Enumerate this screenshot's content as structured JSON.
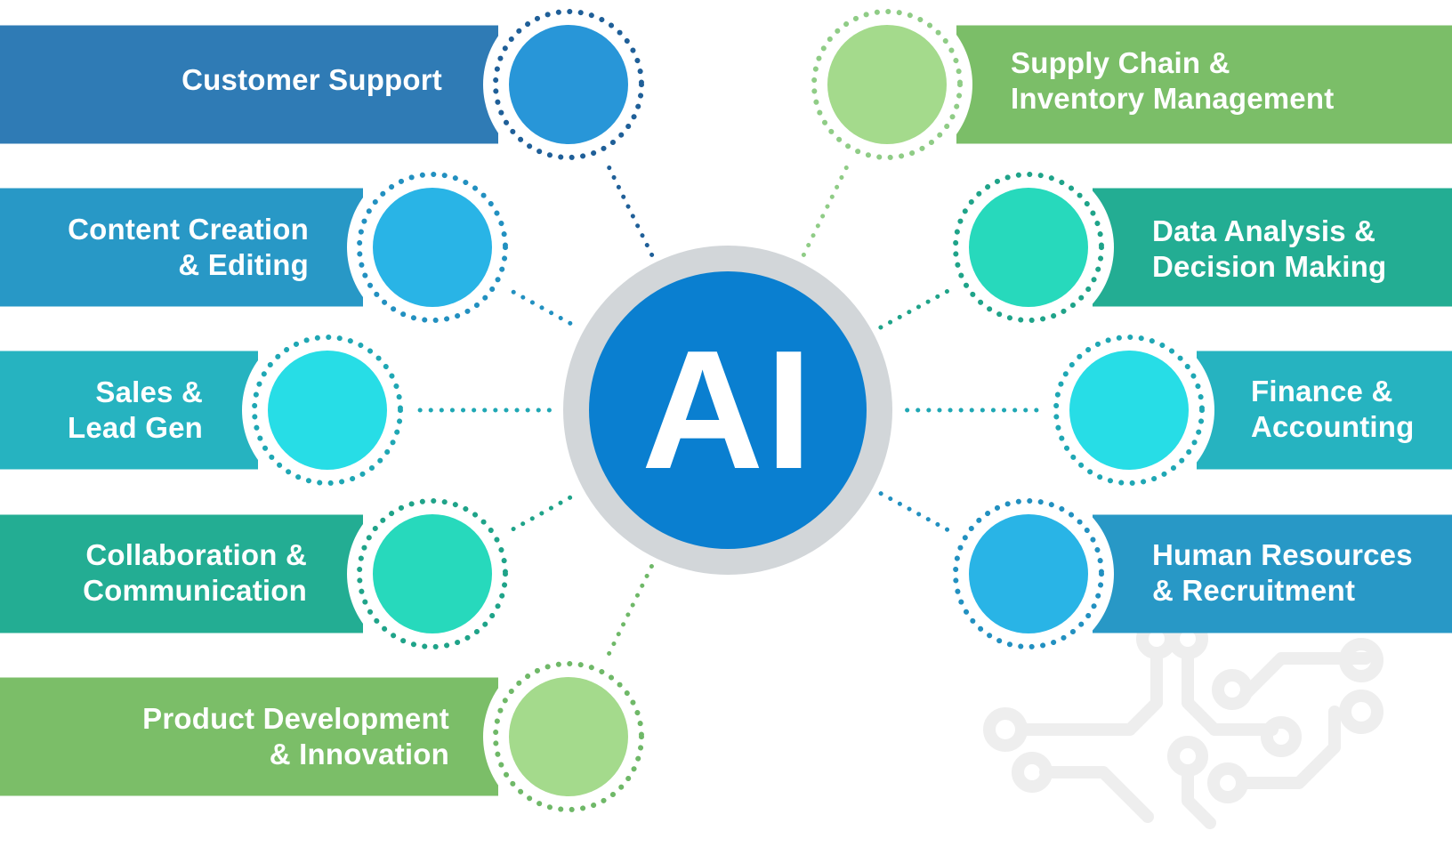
{
  "center": {
    "label": "AI",
    "fill": "#0a7fd0",
    "ring": "#d2d6d9"
  },
  "decoration": {
    "circuit_color": "#eeeeee",
    "icon": "circuit-board-icon"
  },
  "items": [
    {
      "id": "customer-support",
      "label": "Customer Support",
      "side": "left",
      "bar_color": "#2f7bb5",
      "circle_color": "#2896d8",
      "dots_color": "#1f5f98"
    },
    {
      "id": "content-creation",
      "label": "Content Creation\n& Editing",
      "side": "left",
      "bar_color": "#2898c6",
      "circle_color": "#29b4e6",
      "dots_color": "#2290c0"
    },
    {
      "id": "sales",
      "label": "Sales &\nLead Gen",
      "side": "left",
      "bar_color": "#26b3c0",
      "circle_color": "#27dde6",
      "dots_color": "#1fa7b4"
    },
    {
      "id": "collaboration",
      "label": "Collaboration &\nCommunication",
      "side": "left",
      "bar_color": "#23ad93",
      "circle_color": "#27d9bc",
      "dots_color": "#1fa389"
    },
    {
      "id": "product-development",
      "label": "Product Development\n& Innovation",
      "side": "left",
      "bar_color": "#7bbe68",
      "circle_color": "#a4da8c",
      "dots_color": "#6fb868"
    },
    {
      "id": "supply-chain",
      "label": "Supply Chain &\nInventory Management",
      "side": "right",
      "bar_color": "#7bbe68",
      "circle_color": "#a4da8c",
      "dots_color": "#8fcc86"
    },
    {
      "id": "data-analysis",
      "label": "Data Analysis &\nDecision Making",
      "side": "right",
      "bar_color": "#23ad93",
      "circle_color": "#27d9bc",
      "dots_color": "#1fa389"
    },
    {
      "id": "finance",
      "label": "Finance &\nAccounting",
      "side": "right",
      "bar_color": "#26b3c0",
      "circle_color": "#27dde6",
      "dots_color": "#1fa7b4"
    },
    {
      "id": "human-resources",
      "label": "Human Resources\n& Recruitment",
      "side": "right",
      "bar_color": "#2898c6",
      "circle_color": "#29b4e6",
      "dots_color": "#2290c0"
    }
  ]
}
